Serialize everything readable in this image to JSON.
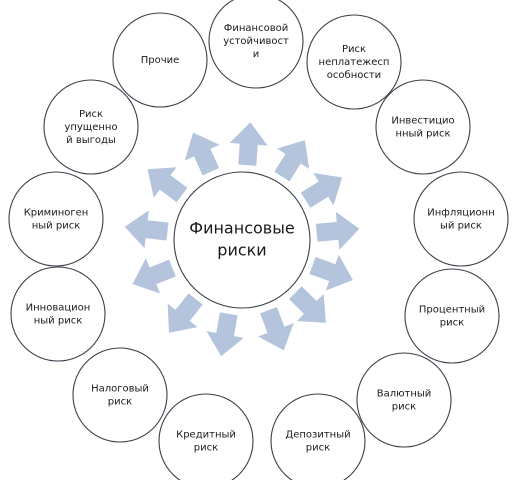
{
  "center": {
    "lines": [
      "Финансовые",
      "риски"
    ]
  },
  "nodes": [
    {
      "id": "financial-stability",
      "lines": [
        "Финансовой",
        "устойчивост",
        "и"
      ]
    },
    {
      "id": "insolvency",
      "lines": [
        "Риск",
        "неплатежесп",
        "особности"
      ]
    },
    {
      "id": "investment",
      "lines": [
        "Инвестицио",
        "нный риск"
      ]
    },
    {
      "id": "inflation",
      "lines": [
        "Инфляционн",
        "ый риск"
      ]
    },
    {
      "id": "interest",
      "lines": [
        "Процентный",
        "риск"
      ]
    },
    {
      "id": "currency",
      "lines": [
        "Валютный",
        "риск"
      ]
    },
    {
      "id": "deposit",
      "lines": [
        "Депозитный",
        "риск"
      ]
    },
    {
      "id": "credit",
      "lines": [
        "Кредитный",
        "риск"
      ]
    },
    {
      "id": "tax",
      "lines": [
        "Налоговый",
        "риск"
      ]
    },
    {
      "id": "innovation",
      "lines": [
        "Инновацион",
        "ный риск"
      ]
    },
    {
      "id": "criminogenic",
      "lines": [
        "Криминоген",
        "ный риск"
      ]
    },
    {
      "id": "lost-profit",
      "lines": [
        "Риск",
        "упущенно",
        "й выгоды"
      ]
    },
    {
      "id": "other",
      "lines": [
        "Прочие"
      ]
    }
  ],
  "colors": {
    "arrow": "#b4c4dc",
    "node_stroke": "#3a3f4a",
    "center_stroke": "#3a3f4a",
    "text": "#1a1a1a"
  }
}
